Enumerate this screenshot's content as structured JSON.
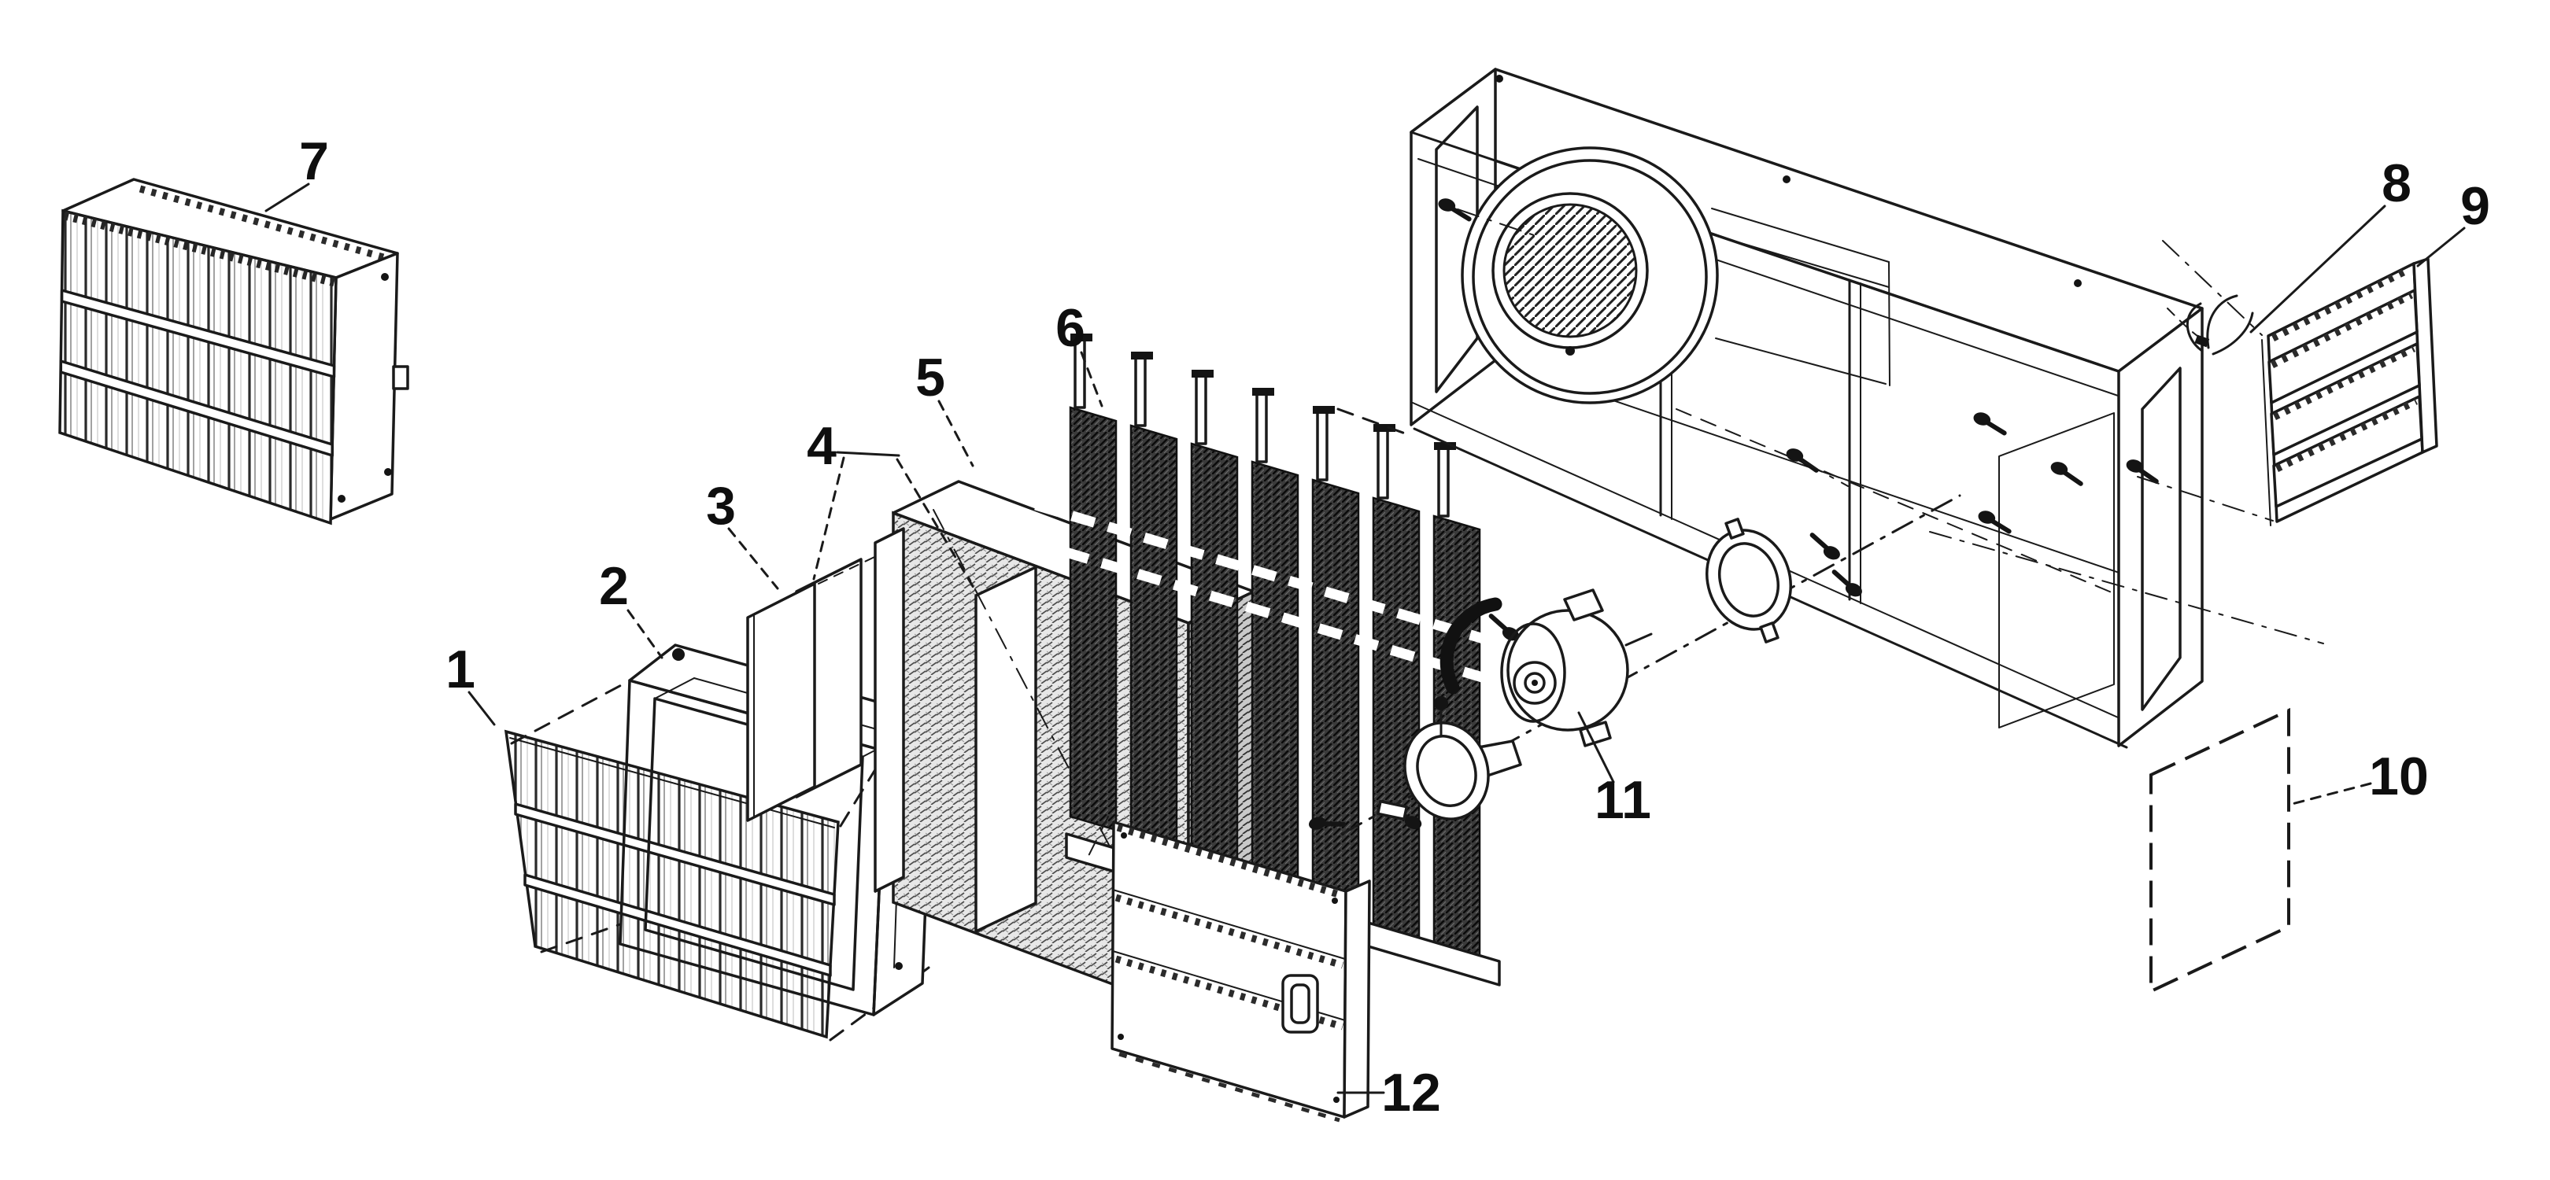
{
  "figure": {
    "type": "exploded-parts-diagram",
    "background": "#ffffff",
    "line_color": "#1a1a1a",
    "callouts": [
      {
        "label": "1",
        "part": "front-louver-grille"
      },
      {
        "label": "2",
        "part": "cell-housing-frame"
      },
      {
        "label": "3",
        "part": "thin-divider-panel"
      },
      {
        "label": "4",
        "part": "filter-retainer-plates"
      },
      {
        "label": "5",
        "part": "media-filter-block"
      },
      {
        "label": "6",
        "part": "collector-cell-plates"
      },
      {
        "label": "7",
        "part": "louvered-grille-box-assembly"
      },
      {
        "label": "8",
        "part": "wire-harness"
      },
      {
        "label": "9",
        "part": "rear-louver-panel"
      },
      {
        "label": "10",
        "part": "flat-access-panel"
      },
      {
        "label": "11",
        "part": "blower-motor-assembly"
      },
      {
        "label": "12",
        "part": "front-door-panel"
      }
    ]
  }
}
